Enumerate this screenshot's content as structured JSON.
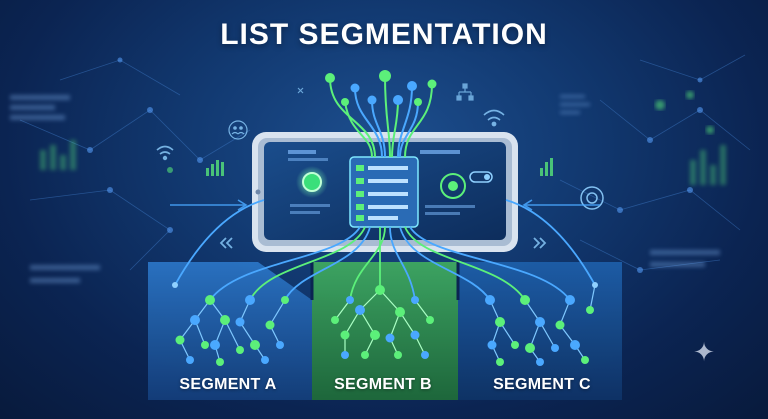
{
  "title": "LIST SEGMENTATION",
  "segments": [
    {
      "label": "SEGMENT A",
      "color": "#1f5fa8"
    },
    {
      "label": "SEGMENT B",
      "color": "#2f8f4e"
    },
    {
      "label": "SEGMENT C",
      "color": "#1a4f8c"
    }
  ],
  "colors": {
    "background": "#0b2452",
    "flow_blue": "#4aa8ff",
    "flow_green": "#5cf07a",
    "tablet_frame": "#d9e3ef",
    "tablet_screen": "#123b70"
  },
  "icons": [
    "sparkle-icon",
    "wifi-icon",
    "people-icon",
    "chart-icon",
    "target-icon",
    "toggle-icon"
  ]
}
